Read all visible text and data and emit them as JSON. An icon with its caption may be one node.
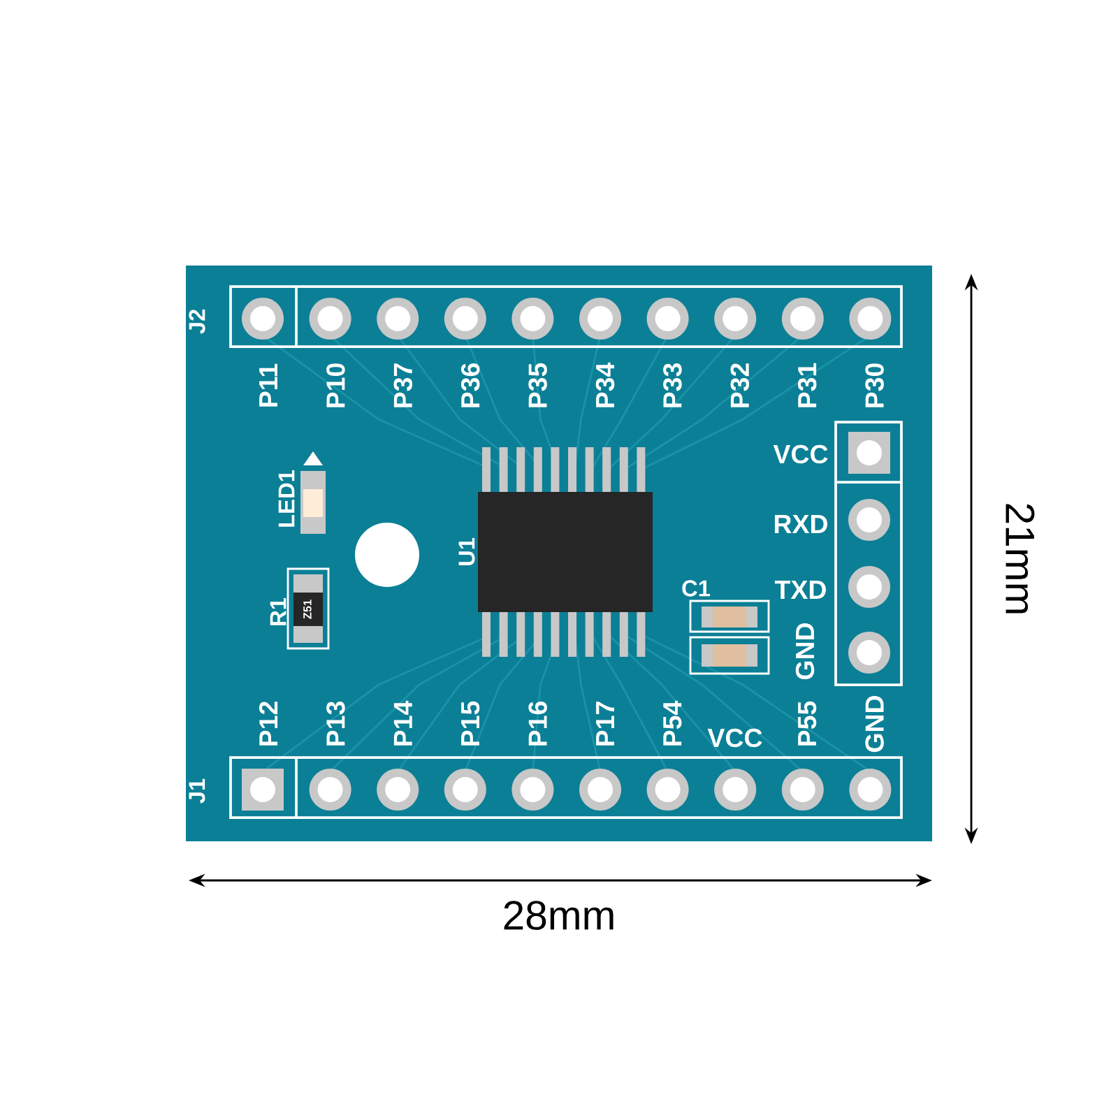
{
  "diagram": {
    "labels": [
      "J2",
      "P11",
      "P10",
      "P37",
      "P36",
      "P35",
      "P34",
      "P33",
      "P32",
      "P31",
      "P30",
      "VCC",
      "RXD",
      "LED1",
      "U1",
      "21mm",
      "R1",
      "Z51",
      "C1",
      "TXD",
      "GND",
      "J1",
      "P12",
      "P13",
      "P14",
      "P15",
      "P16",
      "P17",
      "P54",
      "VCC",
      "P55",
      "GND",
      "28mm"
    ]
  }
}
